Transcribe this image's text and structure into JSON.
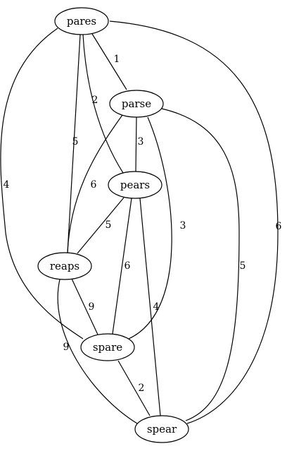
{
  "graph": {
    "nodes": [
      {
        "id": "pares",
        "label": "pares"
      },
      {
        "id": "parse",
        "label": "parse"
      },
      {
        "id": "pears",
        "label": "pears"
      },
      {
        "id": "reaps",
        "label": "reaps"
      },
      {
        "id": "spare",
        "label": "spare"
      },
      {
        "id": "spear",
        "label": "spear"
      }
    ],
    "edges": [
      {
        "from": "pares",
        "to": "parse",
        "weight": "1"
      },
      {
        "from": "pares",
        "to": "pears",
        "weight": "2"
      },
      {
        "from": "pares",
        "to": "reaps",
        "weight": "5"
      },
      {
        "from": "pares",
        "to": "spare",
        "weight": "4"
      },
      {
        "from": "pares",
        "to": "spear",
        "weight": "6"
      },
      {
        "from": "parse",
        "to": "pears",
        "weight": "3"
      },
      {
        "from": "parse",
        "to": "reaps",
        "weight": "6"
      },
      {
        "from": "parse",
        "to": "spare",
        "weight": "3"
      },
      {
        "from": "parse",
        "to": "spear",
        "weight": "5"
      },
      {
        "from": "pears",
        "to": "reaps",
        "weight": "5"
      },
      {
        "from": "pears",
        "to": "spare",
        "weight": "6"
      },
      {
        "from": "pears",
        "to": "spear",
        "weight": "4"
      },
      {
        "from": "reaps",
        "to": "spare",
        "weight": "9"
      },
      {
        "from": "reaps",
        "to": "spear",
        "weight": "9"
      },
      {
        "from": "spare",
        "to": "spear",
        "weight": "2"
      }
    ]
  }
}
